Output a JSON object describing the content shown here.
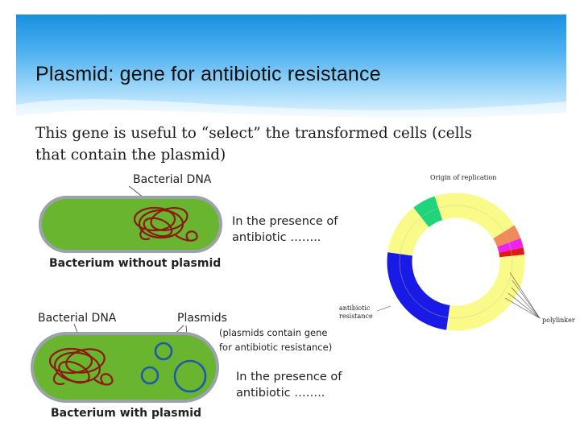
{
  "slide": {
    "title": "Plasmid: gene for antibiotic resistance",
    "body": {
      "line1": "This gene  is useful to “select” the transformed cells (cells",
      "line2": "that contain the plasmid)"
    }
  },
  "figure_top": {
    "dna_label": "Bacterial DNA",
    "presence_line1": "In the presence of",
    "presence_line2": "antibiotic ……..",
    "caption": "Bacterium without plasmid"
  },
  "figure_bottom": {
    "dna_label": "Bacterial DNA",
    "plasmids_label": "Plasmids",
    "plasmid_note_line1": "(plasmids contain gene",
    "plasmid_note_line2": "for antibiotic resistance)",
    "presence_line1": "In the presence of",
    "presence_line2": "antibiotic ……..",
    "caption": "Bacterium with plasmid"
  },
  "plasmid_map": {
    "origin_label": "Origin of replication",
    "resistance_line1": "antibiotic",
    "resistance_line2": "resistance",
    "polylinker_label": "polylinker"
  },
  "colors": {
    "cell_fill": "#6ab52f",
    "cell_border": "#9aa3ab",
    "dna": "#8b1a10",
    "plasmid": "#1e5aa8",
    "ring_yellow": "#fafa88",
    "ring_green": "#1fd47a",
    "ring_blue": "#1a1ae6",
    "ring_salmon": "#f08a5a",
    "ring_magenta": "#ee22ee",
    "ring_red": "#e01a1a"
  }
}
